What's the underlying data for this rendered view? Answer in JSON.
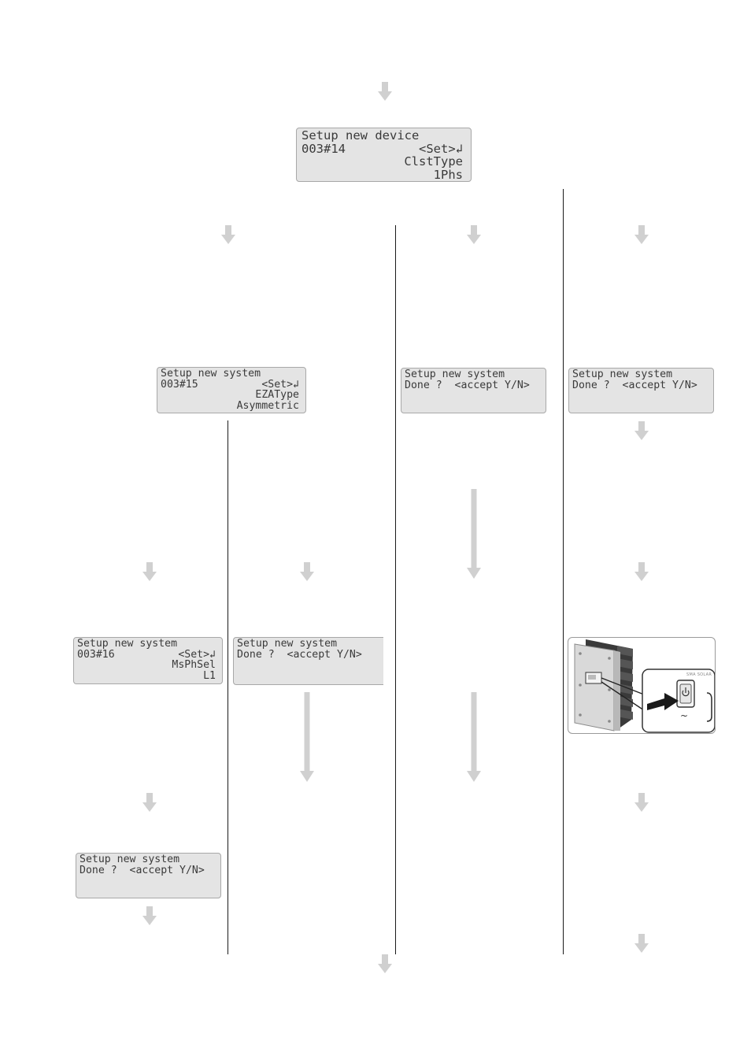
{
  "screens": {
    "device_14": {
      "line1": "Setup new device",
      "param_no": "003#14",
      "set_label": "<Set>↲",
      "param_name": "ClstType",
      "param_value": "1Phs"
    },
    "system_15": {
      "line1": "Setup new system",
      "param_no": "003#15",
      "set_label": "<Set>↲",
      "param_name": "EZAType",
      "param_value": "Asymmetric"
    },
    "done_col3": {
      "line1": "Setup new system",
      "line2": "Done ?  <accept Y/N>"
    },
    "done_col4": {
      "line1": "Setup new system",
      "line2": "Done ?  <accept Y/N>"
    },
    "system_16": {
      "line1": "Setup new system",
      "param_no": "003#16",
      "set_label": "<Set>↲",
      "param_name": "MsPhSel",
      "param_value": "L1"
    },
    "done_col2": {
      "line1": "Setup new system",
      "line2": "Done ?  <accept Y/N>"
    },
    "done_col1": {
      "line1": "Setup new system",
      "line2": "Done ?  <accept Y/N>"
    }
  },
  "photo": {
    "brand_label": "SMA SOLAR",
    "switch_symbol": "~"
  },
  "colors": {
    "arrow": "#d0d0d0",
    "lcd_background": "#e4e4e4",
    "lcd_border": "#a8a8a8",
    "lcd_text": "#3a3a3a",
    "divider": "#1a1a1a"
  },
  "icons": [
    "arrow-down-icon",
    "enter-icon",
    "power-button-icon"
  ]
}
